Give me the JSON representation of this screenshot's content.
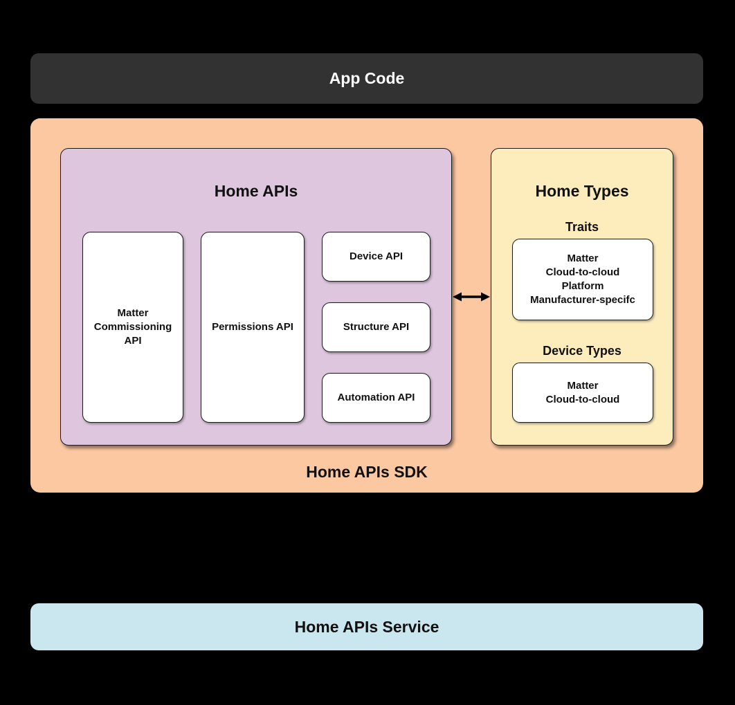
{
  "app_code": {
    "label": "App Code"
  },
  "sdk": {
    "label": "Home APIs SDK",
    "home_apis": {
      "title": "Home APIs",
      "matter_commissioning": "Matter Commissioning API",
      "permissions": "Permissions API",
      "device": "Device API",
      "structure": "Structure API",
      "automation": "Automation API"
    },
    "home_types": {
      "title": "Home Types",
      "traits_heading": "Traits",
      "traits_items": [
        "Matter",
        "Cloud-to-cloud",
        "Platform",
        "Manufacturer-specifc"
      ],
      "device_types_heading": "Device Types",
      "device_types_items": [
        "Matter",
        "Cloud-to-cloud"
      ]
    }
  },
  "service": {
    "label": "Home APIs Service"
  },
  "colors": {
    "background": "#000000",
    "app_code_bg": "#323232",
    "app_code_text": "#ffffff",
    "sdk_bg": "#fcc8a2",
    "home_apis_bg": "#ddc6de",
    "home_types_bg": "#fdedbd",
    "service_bg": "#cae7ef",
    "card_bg": "#ffffff",
    "text": "#111111"
  }
}
